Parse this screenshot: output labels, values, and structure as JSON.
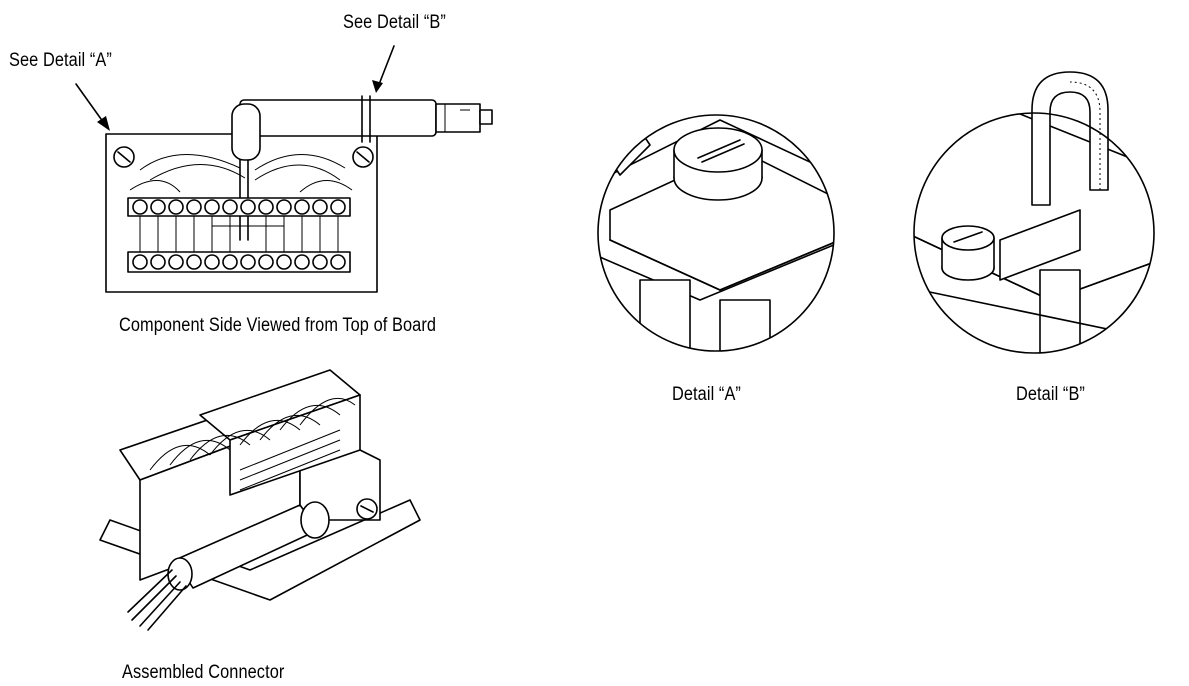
{
  "callouts": {
    "detail_a": "See Detail “A”",
    "detail_b": "See Detail “B”"
  },
  "captions": {
    "top_view": "Component Side Viewed from Top of Board",
    "assembled": "Assembled Connector",
    "detail_a": "Detail “A”",
    "detail_b": "Detail “B”"
  }
}
